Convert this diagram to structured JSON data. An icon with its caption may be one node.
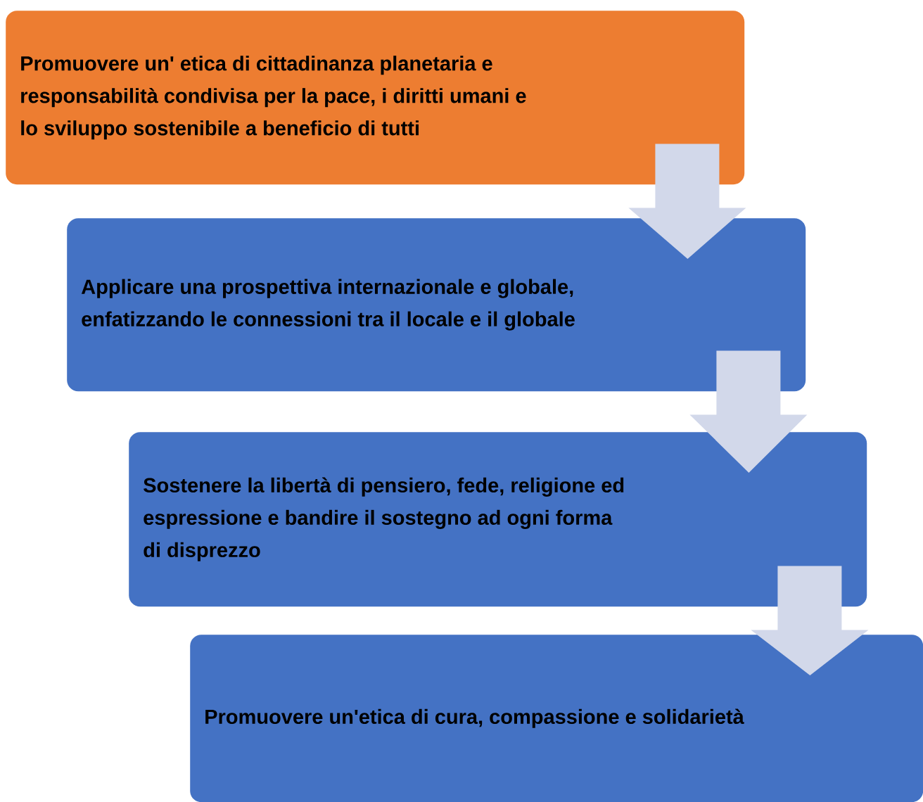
{
  "diagram": {
    "nodes": [
      {
        "text": [
          "Promuovere un' etica di cittadinanza planetaria e responsabilità condivisa per la pace, i diritti umani e lo sviluppo sostenibile a beneficio di tutti"
        ]
      },
      {
        "text": [
          "Applicare una prospettiva internazionale e globale, enfatizzando le connessioni tra il locale e il globale"
        ]
      },
      {
        "text": [
          "Sostenere la libertà di pensiero, fede, religione ed espressione e bandire il sostegno ad ogni forma di disprezzo"
        ]
      },
      {
        "text": [
          "Promuovere un'etica di cura, compassione e solidarietà"
        ]
      }
    ],
    "edges": [
      {
        "from": 0,
        "to": 1,
        "arrow": "to"
      },
      {
        "from": 1,
        "to": 2,
        "arrow": "to"
      },
      {
        "from": 2,
        "to": 3,
        "arrow": "to"
      }
    ]
  }
}
